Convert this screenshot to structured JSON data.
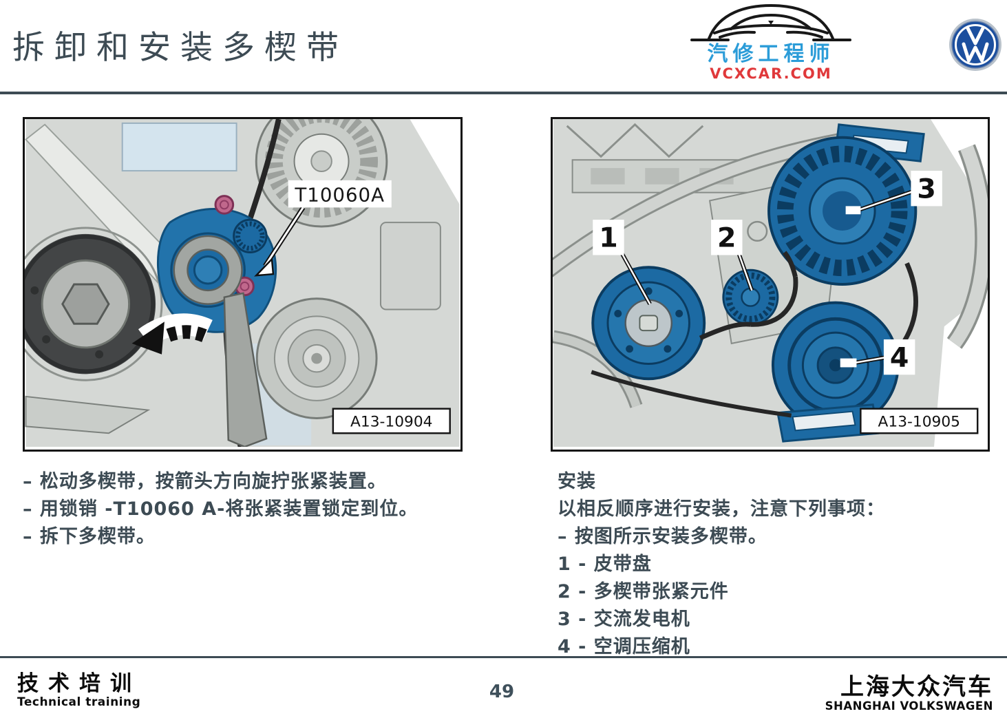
{
  "header": {
    "title": "拆卸和安装多楔带",
    "brand": {
      "car_icon": "car-silhouette-icon",
      "name": "汽修工程师",
      "site": "VCXCAR.COM",
      "vw_icon": "vw-logo-icon"
    }
  },
  "figure_left": {
    "tool_label": "T10060A",
    "ref_label": "A13-10904"
  },
  "figure_right": {
    "callout_1": "1",
    "callout_2": "2",
    "callout_3": "3",
    "callout_4": "4",
    "ref_label": "A13-10905"
  },
  "removal_steps": {
    "items": [
      "– 松动多楔带，按箭头方向旋拧张紧装置。",
      "– 用锁销 -T10060 A-将张紧装置锁定到位。",
      "– 拆下多楔带。"
    ]
  },
  "install_text": {
    "heading": "安装",
    "intro": "以相反顺序进行安装，注意下列事项：",
    "step": "– 按图所示安装多楔带。",
    "parts": [
      "1 - 皮带盘",
      "2 - 多楔带张紧元件",
      "3 - 交流发电机",
      "4 - 空调压缩机"
    ]
  },
  "footer": {
    "dept_cn": "技术培训",
    "dept_en": "Technical training",
    "page": "49",
    "company_cn": "上海大众汽车",
    "company_en": "SHANGHAI VOLKSWAGEN"
  },
  "colors": {
    "ink": "#3d4b54",
    "brand_blue": "#2b9cd8",
    "brand_red": "#e0393b",
    "vw_blue": "#1c4f9e",
    "highlight_blue": "#1c6aa3",
    "belt_black": "#262626"
  }
}
